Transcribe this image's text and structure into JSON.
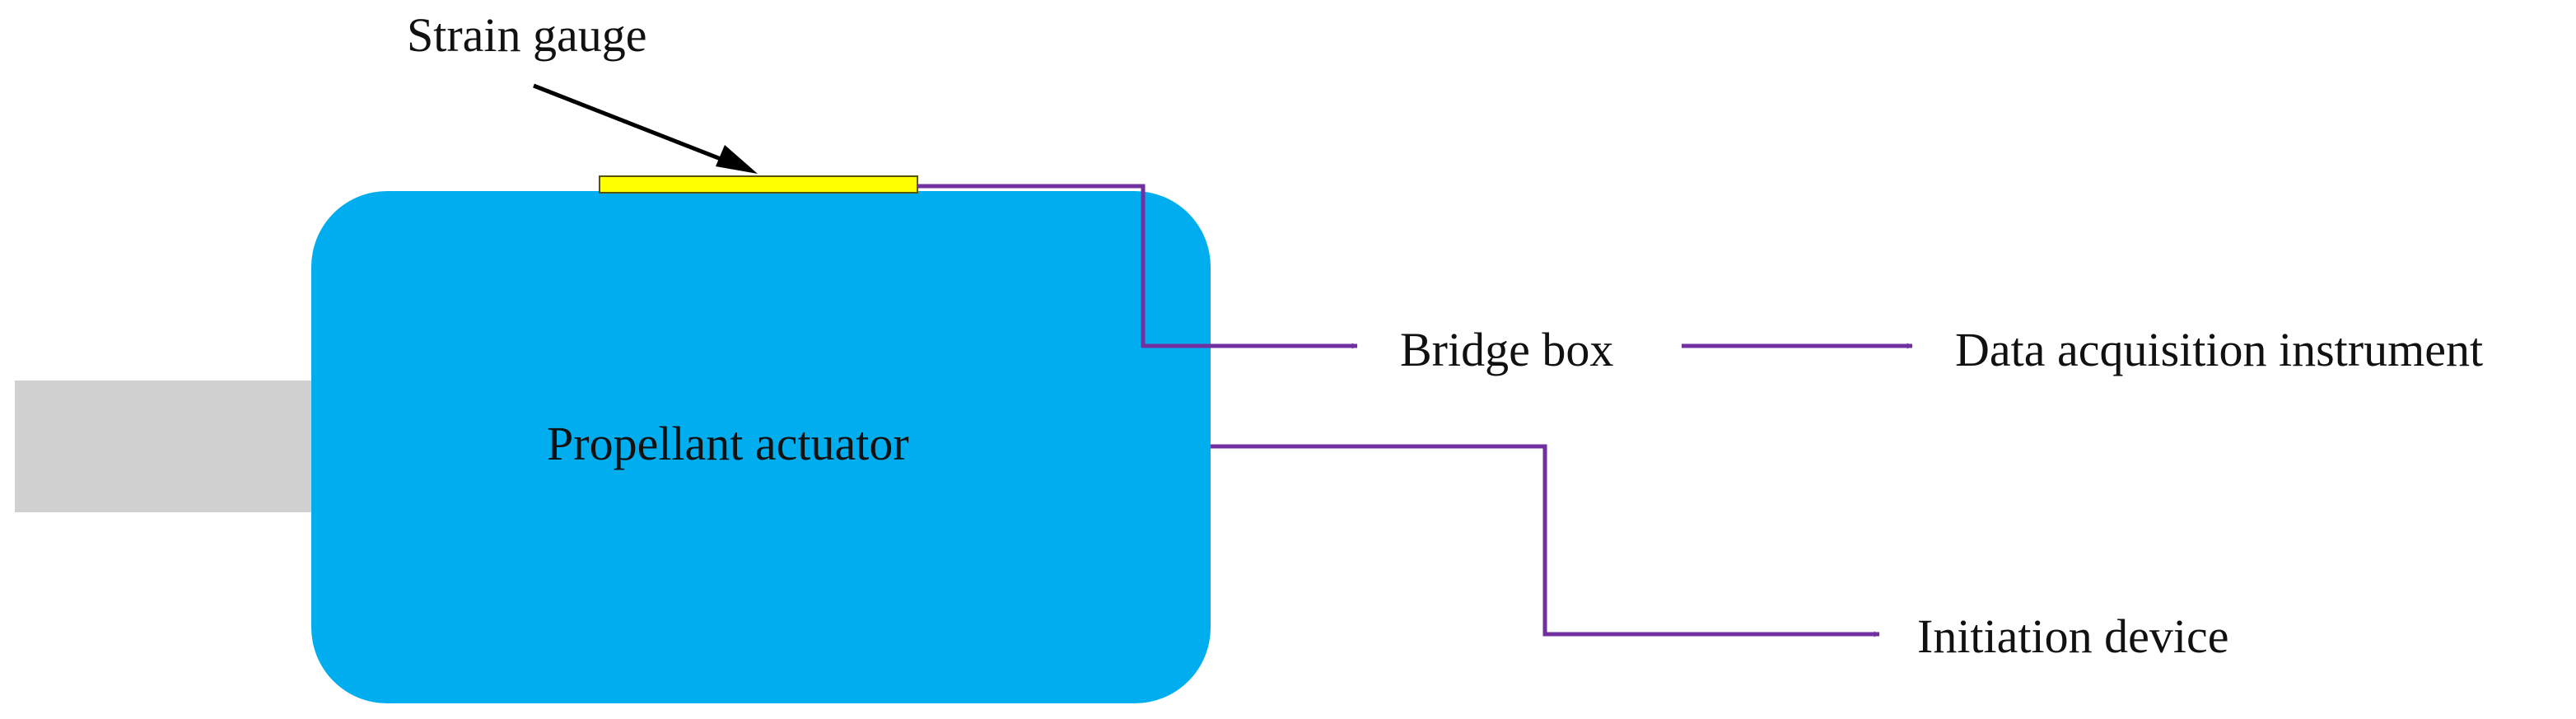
{
  "labels": {
    "strain_gauge": "Strain gauge",
    "actuator": "Propellant actuator",
    "bridge_box": "Bridge box",
    "data_acquisition": "Data acquisition instrument",
    "initiation_device": "Initiation device"
  },
  "colors": {
    "actuator_body": "#00aeef",
    "rod": "#d0d0d0",
    "strain_gauge": "#ffff00",
    "wire": "#7030a0",
    "pointer": "#000000"
  }
}
